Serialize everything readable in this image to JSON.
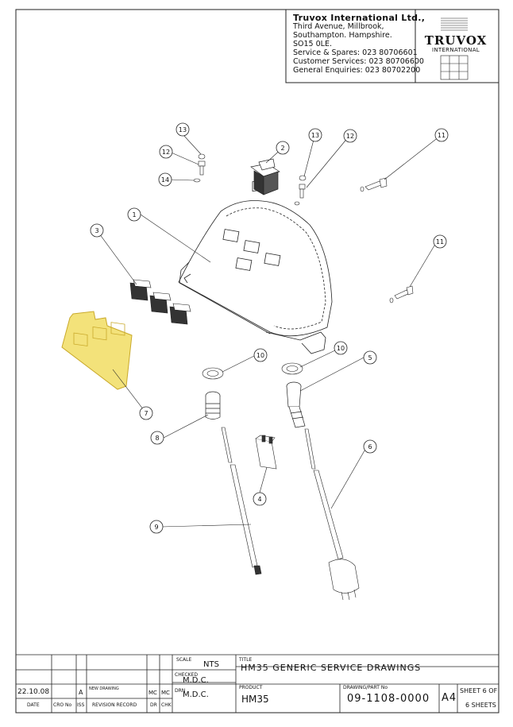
{
  "company": {
    "name": "Truvox International Ltd.,",
    "address_line1": "Third Avenue, Millbrook,",
    "address_line2": "Southampton. Hampshire.",
    "postcode": "SO15 0LE.",
    "service_spares": "Service & Spares: 023 80706601",
    "customer_services": "Customer Services: 023 80706600",
    "general_enquiries": "General Enquiries: 023 80702200",
    "logo_word": "TRUVOX",
    "logo_sub": "INTERNATIONAL"
  },
  "callouts": [
    "1",
    "2",
    "3",
    "4",
    "5",
    "6",
    "7",
    "8",
    "9",
    "10",
    "10",
    "11",
    "11",
    "12",
    "12",
    "13",
    "13",
    "14"
  ],
  "title_block": {
    "scale_label": "SCALE",
    "scale_value": "NTS",
    "title_label": "TITLE",
    "title_value": "HM35 GENERIC SERVICE DRAWINGS",
    "checked_label": "CHECKED",
    "checked_value": "M.D.C.",
    "drn_label": "DRN",
    "drn_value": "M.D.C.",
    "product_label": "PRODUCT",
    "product_value": "HM35",
    "drawing_label": "DRAWING/PART No",
    "drawing_value": "09-1108-0000",
    "size": "A4",
    "sheet_line1": "SHEET 6 OF",
    "sheet_line2": "6 SHEETS",
    "revision": {
      "date": "22.10.08",
      "iss": "A",
      "record": "NEW DRAWING",
      "dr": "MC",
      "chk": "MC"
    },
    "headers": {
      "date": "DATE",
      "cro": "CRO No",
      "iss": "ISS",
      "record": "REVISION RECORD",
      "dr": "DR",
      "chk": "CHK"
    }
  },
  "colors": {
    "line": "#222222",
    "highlight": "#f3e27a",
    "highlight_stroke": "#c9a92a"
  }
}
